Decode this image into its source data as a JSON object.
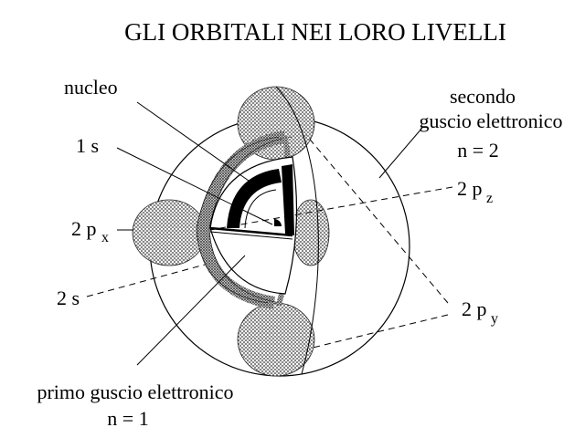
{
  "title": "GLI ORBITALI NEI LORO LIVELLI",
  "labels": {
    "nucleo": "nucleo",
    "one_s": "1 s",
    "two_px_main": "2 p",
    "two_px_sub": "x",
    "two_s": "2 s",
    "two_pz_main": "2 p",
    "two_pz_sub": "z",
    "two_py_main": "2 p",
    "two_py_sub": "y",
    "second_shell_line1": "secondo",
    "second_shell_line2": "guscio elettronico",
    "second_shell_n": "n = 2",
    "first_shell_line1": "primo guscio elettronico",
    "first_shell_n": "n = 1"
  },
  "colors": {
    "ink": "#000000",
    "background": "#ffffff",
    "stipple": "#555555"
  }
}
